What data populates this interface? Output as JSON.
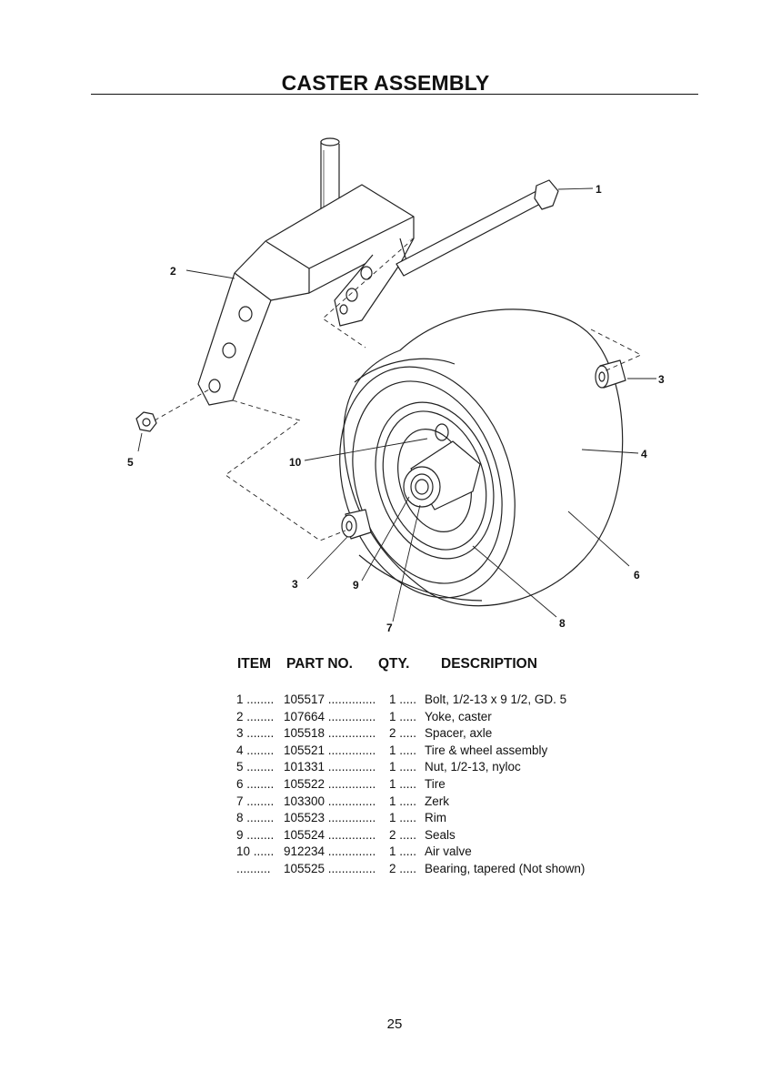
{
  "document": {
    "title": "CASTER ASSEMBLY",
    "page_number": "25"
  },
  "diagram": {
    "callouts": [
      "1",
      "2",
      "3",
      "4",
      "5",
      "6",
      "7",
      "8",
      "9",
      "10",
      "3"
    ]
  },
  "parts_table": {
    "headers": {
      "item": "ITEM",
      "part_no": "PART NO.",
      "qty": "QTY.",
      "description": "DESCRIPTION"
    },
    "rows": [
      {
        "item": "1 ........",
        "part_no": "105517 ..............",
        "qty": "1 .....",
        "description": "Bolt, 1/2-13 x 9 1/2, GD. 5"
      },
      {
        "item": "2 ........",
        "part_no": "107664 ..............",
        "qty": "1 .....",
        "description": "Yoke, caster"
      },
      {
        "item": "3 ........",
        "part_no": "105518 ..............",
        "qty": "2 .....",
        "description": "Spacer, axle"
      },
      {
        "item": "4 ........",
        "part_no": "105521 ..............",
        "qty": "1 .....",
        "description": "Tire & wheel assembly"
      },
      {
        "item": "5 ........",
        "part_no": "101331 ..............",
        "qty": "1 .....",
        "description": "Nut, 1/2-13, nyloc"
      },
      {
        "item": "6 ........",
        "part_no": "105522 ..............",
        "qty": "1 .....",
        "description": "Tire"
      },
      {
        "item": "7 ........",
        "part_no": "103300 ..............",
        "qty": "1 .....",
        "description": "Zerk"
      },
      {
        "item": "8 ........",
        "part_no": "105523 ..............",
        "qty": "1 .....",
        "description": "Rim"
      },
      {
        "item": "9 ........",
        "part_no": "105524 ..............",
        "qty": "2 .....",
        "description": "Seals"
      },
      {
        "item": "10 ......",
        "part_no": "912234 ..............",
        "qty": "1 .....",
        "description": "Air valve"
      },
      {
        "item": " ..........",
        "part_no": "105525 ..............",
        "qty": "2 .....",
        "description": "Bearing, tapered (Not shown)"
      }
    ]
  }
}
